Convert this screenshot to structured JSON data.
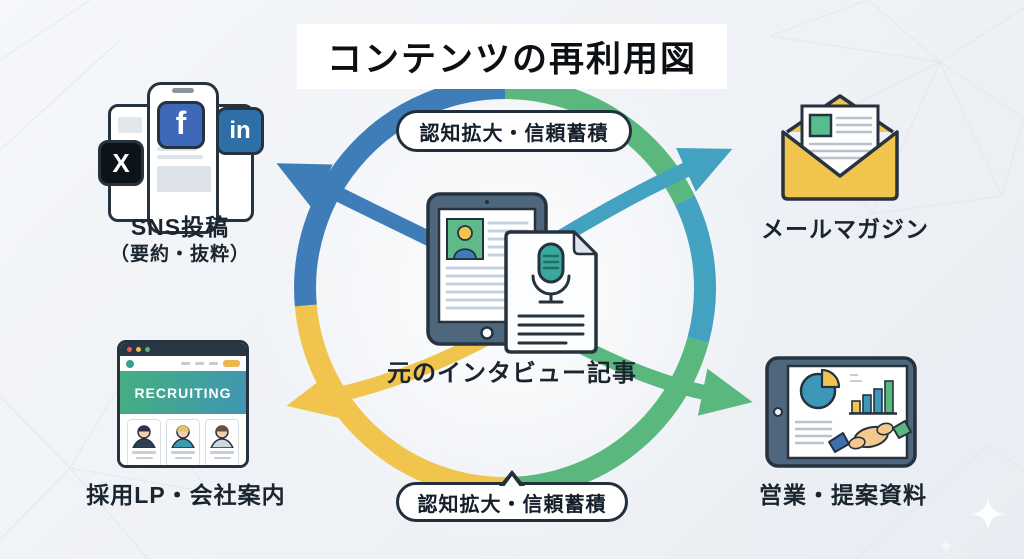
{
  "title": "コンテンツの再利用図",
  "ring": {
    "top_badge": "認知拡大・信頼蓄積",
    "bottom_badge": "認知拡大・信頼蓄積"
  },
  "center": {
    "label": "元のインタビュー記事"
  },
  "nodes": {
    "sns": {
      "label": "SNS投稿",
      "sublabel": "（要約・抜粋）",
      "x_glyph": "X",
      "facebook_glyph": "f",
      "linkedin_glyph": "in"
    },
    "mail": {
      "label": "メールマガジン"
    },
    "recruit": {
      "label": "採用LP・会社案内",
      "banner_text": "RECRUITING"
    },
    "sales": {
      "label": "営業・提案資料"
    }
  },
  "colors": {
    "blue": "#3f7db8",
    "teal": "#42a2c0",
    "green": "#5ab87e",
    "yellow": "#f1c44e",
    "outline": "#26333f"
  }
}
